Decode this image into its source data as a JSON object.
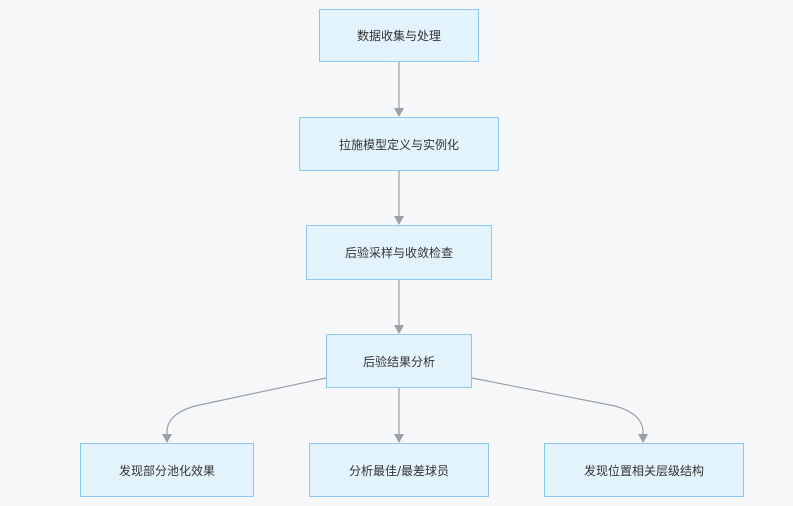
{
  "diagram": {
    "nodes": [
      {
        "id": "collect",
        "label": "数据收集与处理"
      },
      {
        "id": "model",
        "label": "拉施模型定义与实例化"
      },
      {
        "id": "sample",
        "label": "后验采样与收敛检查"
      },
      {
        "id": "analysis",
        "label": "后验结果分析"
      },
      {
        "id": "pooling",
        "label": "发现部分池化效果"
      },
      {
        "id": "players",
        "label": "分析最佳/最差球员"
      },
      {
        "id": "positions",
        "label": "发现位置相关层级结构"
      }
    ],
    "edges": [
      {
        "from": "collect",
        "to": "model"
      },
      {
        "from": "model",
        "to": "sample"
      },
      {
        "from": "sample",
        "to": "analysis"
      },
      {
        "from": "analysis",
        "to": "pooling"
      },
      {
        "from": "analysis",
        "to": "players"
      },
      {
        "from": "analysis",
        "to": "positions"
      }
    ],
    "colors": {
      "node_fill": "#e3f3fc",
      "node_border": "#8ec8ef",
      "edge": "#9aa0a6",
      "background": "#f6f7f9"
    }
  }
}
